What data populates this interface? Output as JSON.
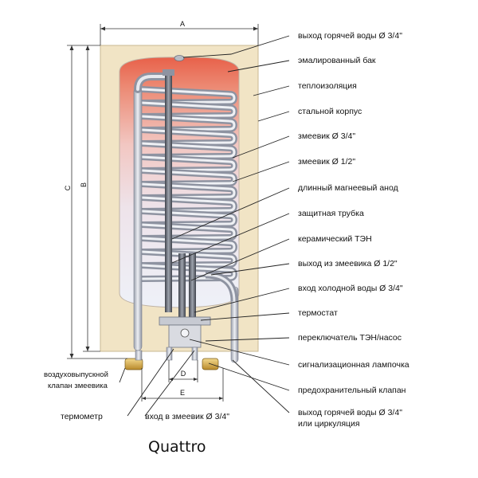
{
  "title": "Quattro",
  "dimensions": {
    "a": "A",
    "b": "B",
    "c": "C",
    "d": "D",
    "e": "E"
  },
  "labels_right": [
    "выход горячей воды Ø 3/4\"",
    "эмалированный бак",
    "теплоизоляция",
    "стальной корпус",
    "змеевик Ø 3/4\"",
    "змеевик Ø 1/2\"",
    "длинный магнеевый анод",
    "защитная трубка",
    "керамический ТЭН",
    "выход из змеевика Ø 1/2\"",
    "вход холодной воды Ø 3/4\"",
    "термостат",
    "переключатель ТЭН/насос",
    "сигнализационная лампочка",
    "предохранительный клапан"
  ],
  "label_bottom_right": {
    "line1": "выход горячей воды Ø 3/4\"",
    "line2": "или циркуляция"
  },
  "label_left_valve": {
    "line1": "воздуховыпускной",
    "line2": "клапан змеевика"
  },
  "label_thermometer": "термометр",
  "label_coil_inlet": "вход в змеевик Ø 3/4\"",
  "colors": {
    "insulation": "#f1e4c5",
    "tank_hot": "#e8614a",
    "tank_cold": "#eef1f8",
    "pipe": "#c8ccd6",
    "casing_edge": "#c9b892"
  }
}
